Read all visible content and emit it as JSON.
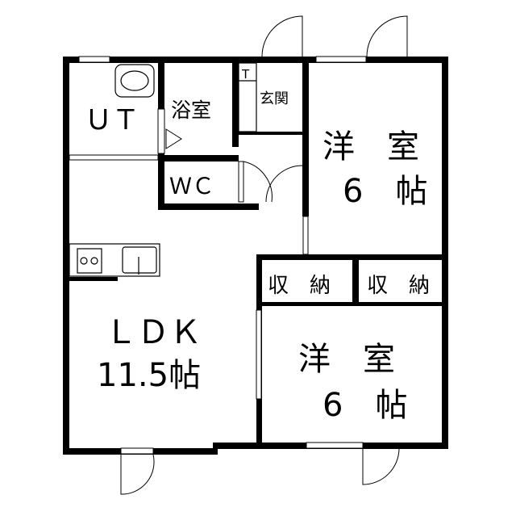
{
  "rooms": {
    "ut": "ＵＴ",
    "bath": "浴室",
    "toilet_mark": "T",
    "entrance": "玄関",
    "wc": "ＷＣ",
    "western1_name": "洋　室",
    "western1_size": "6　帖",
    "storage1": "収　納",
    "storage2": "収　納",
    "ldk_name": "ＬＤＫ",
    "ldk_size": "11.5帖",
    "western2_name": "洋　室",
    "western2_size": "6　帖"
  }
}
